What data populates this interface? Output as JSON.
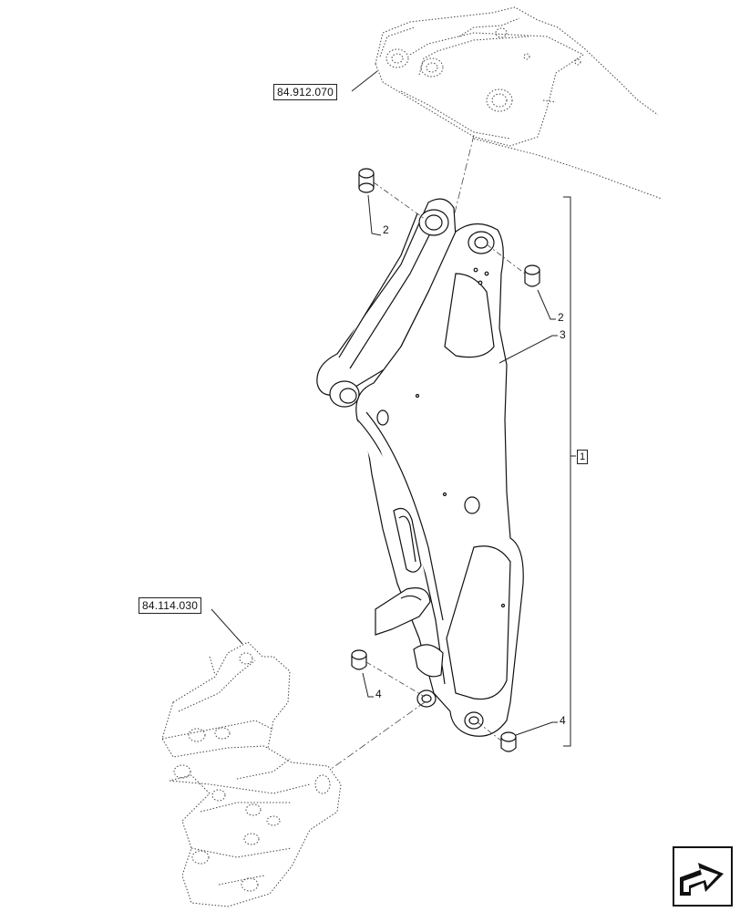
{
  "references": {
    "upper_boom_ref": "84.912.070",
    "lower_frame_ref": "84.114.030"
  },
  "callouts": {
    "bushing_upper_left": "2",
    "bushing_upper_right": "2",
    "arm_plate": "3",
    "assembly": "1",
    "bushing_lower_left": "4",
    "bushing_lower_right": "4"
  },
  "icons": {
    "nav": "next-page-arrow-icon"
  }
}
